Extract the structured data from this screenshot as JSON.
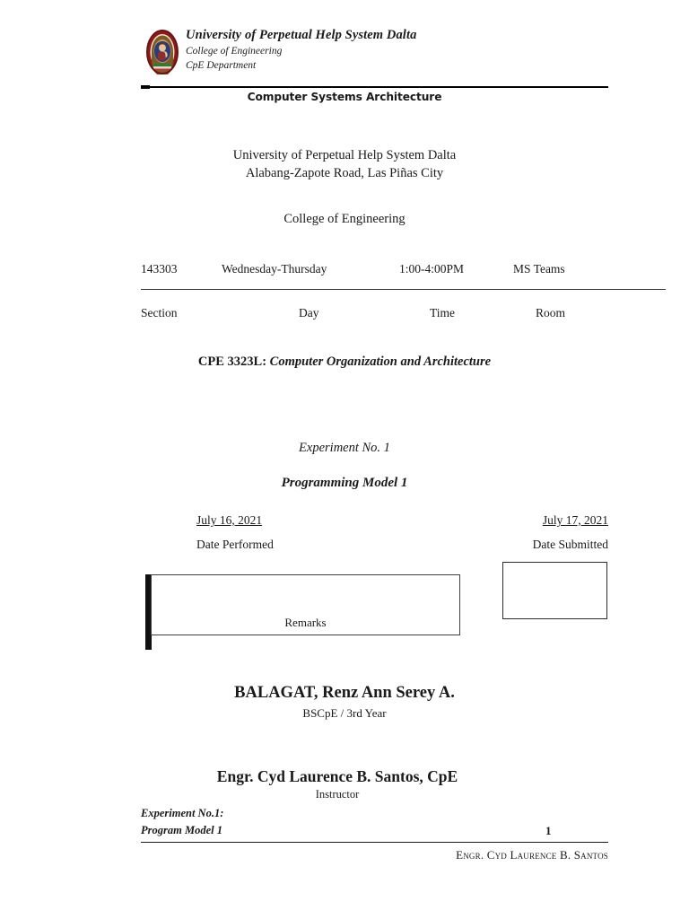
{
  "header": {
    "logo_icon": "university-seal-icon",
    "university": "University of Perpetual Help System Dalta",
    "college": "College of Engineering",
    "department": "CpE Department",
    "subject": "Computer Systems Architecture"
  },
  "address": {
    "line1": "University of Perpetual Help System Dalta",
    "line2": "Alabang-Zapote Road, Las Piñas City",
    "college": "College of Engineering"
  },
  "schedule": {
    "headers": [
      "Section",
      "Day",
      "Time",
      "Room"
    ],
    "values": [
      "143303",
      "Wednesday-Thursday",
      "1:00-4:00PM",
      "MS Teams"
    ]
  },
  "course": {
    "code": "CPE 3323L:",
    "name": "Computer Organization and Architecture"
  },
  "experiment": {
    "number_label": "Experiment No.  1",
    "title": "Programming Model 1"
  },
  "dates": {
    "performed_value": "July 16, 2021",
    "performed_label": "Date Performed",
    "submitted_value": "July 17, 2021",
    "submitted_label": "Date Submitted"
  },
  "remarks": {
    "label": "Remarks"
  },
  "student": {
    "name": "BALAGAT, Renz Ann Serey A.",
    "program": "BSCpE / 3rd Year"
  },
  "instructor": {
    "name": "Engr. Cyd Laurence B. Santos, CpE",
    "role": "Instructor"
  },
  "footer": {
    "line1": "Experiment No.1:",
    "line2": "Program Model 1",
    "page_number": "1",
    "signature": "Engr. Cyd Laurence B. Santos"
  },
  "colors": {
    "seal_ring": "#8c1b1b",
    "seal_gold": "#d8b24a",
    "seal_robe": "#2a3d7a",
    "seal_green": "#2f7a35",
    "rule": "#000000",
    "text": "#1a1a1a"
  }
}
